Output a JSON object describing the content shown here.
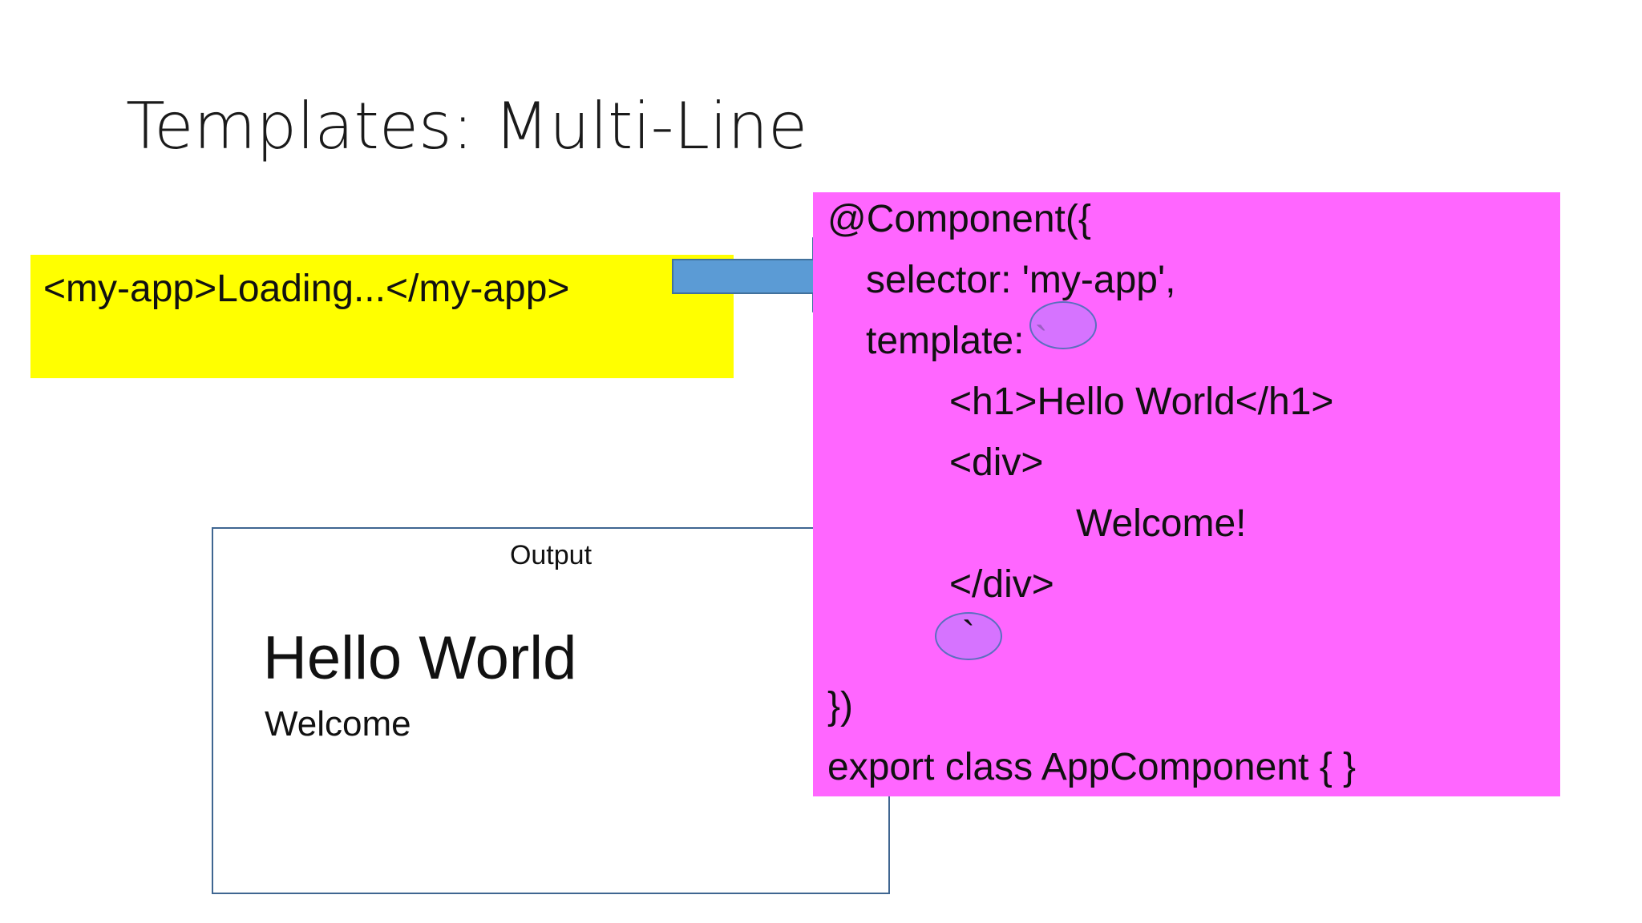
{
  "slide": {
    "title": "Templates: Multi-Line"
  },
  "html_snippet": {
    "text": "<my-app>Loading...</my-app>",
    "background": "#ffff00"
  },
  "arrow": {
    "color": "#5b9bd5",
    "icon": "right-arrow-icon"
  },
  "output_panel": {
    "label": "Output",
    "heading": "Hello World",
    "text": "Welcome"
  },
  "code_panel": {
    "background": "#ff66ff",
    "lines": [
      "@Component({",
      "selector: 'my-app',",
      "template: `",
      "<h1>Hello World</h1>",
      "<div>",
      "Welcome!",
      "</div>",
      "`",
      "})",
      "export class AppComponent { }"
    ]
  }
}
